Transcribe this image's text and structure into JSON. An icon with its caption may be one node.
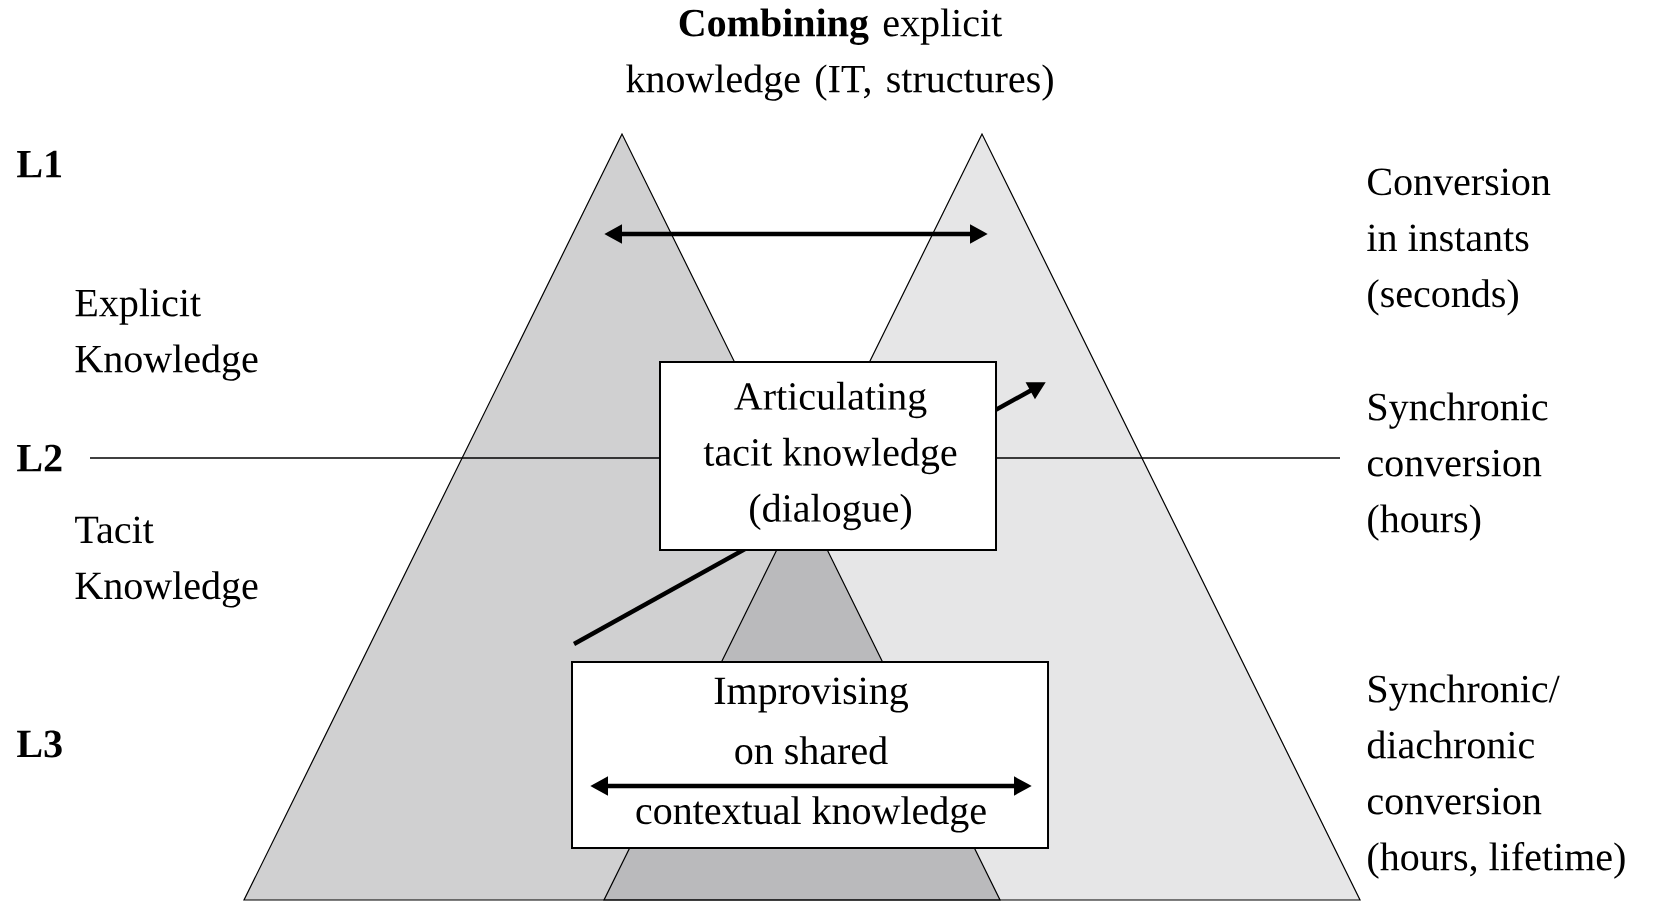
{
  "diagram": {
    "title": "**Combining** explicit knowledge (IT, structures)",
    "nodes": [
      {
        "text": [
          "Articulating tacit knowledge (dialogue)"
        ]
      },
      {
        "text": [
          "Improvising on shared contextual knowledge"
        ]
      }
    ],
    "labels": [
      "L1",
      "Explicit Knowledge",
      "L2",
      "Tacit Knowledge",
      "L3",
      "Conversion in instants (seconds)",
      "Synchronic conversion (hours)",
      "Synchronic/ diachronic conversion (hours, lifetime)"
    ]
  }
}
